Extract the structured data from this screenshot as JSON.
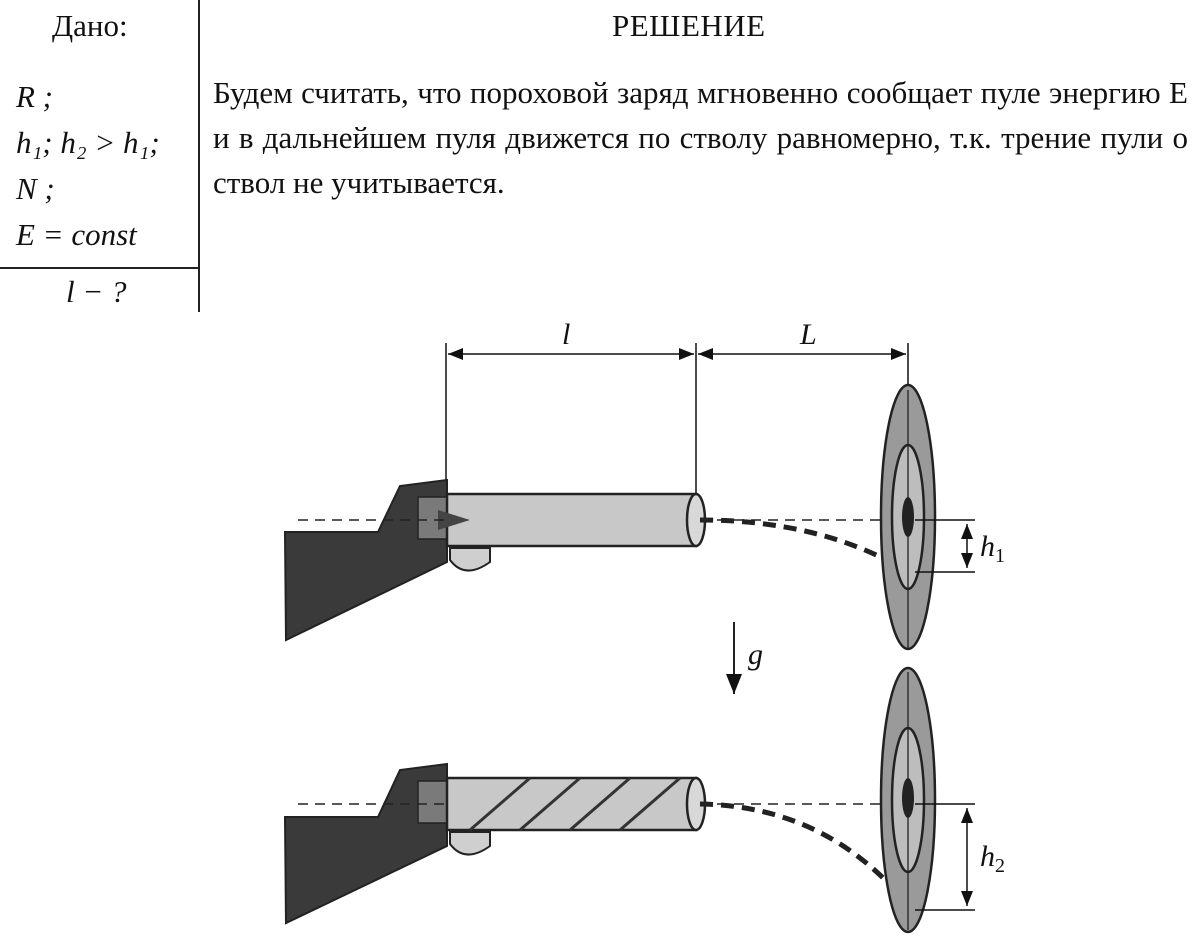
{
  "given": {
    "title": "Дано:",
    "lines": [
      "R ;",
      "h₁; h₂ > h₁;",
      "N ;",
      "E = const"
    ],
    "find": "l − ?"
  },
  "solution": {
    "title": "РЕШЕНИЕ",
    "text": "Будем считать, что пороховой заряд мгновенно сообщает пуле энергию E и в дальнейшем пуля движется по стволу равномерно, т.к. трение пули о ствол не учитывается."
  },
  "figure": {
    "label_l": "l",
    "label_L": "L",
    "label_g": "g",
    "label_h1": "h",
    "label_h1_sub": "1",
    "label_h2": "h",
    "label_h2_sub": "2"
  },
  "colors": {
    "gun_body": "#3a3a3a",
    "barrel": "#c8c8c8",
    "target_outer": "#9a9a9a",
    "target_inner": "#bdbdbd",
    "target_center": "#222222"
  }
}
